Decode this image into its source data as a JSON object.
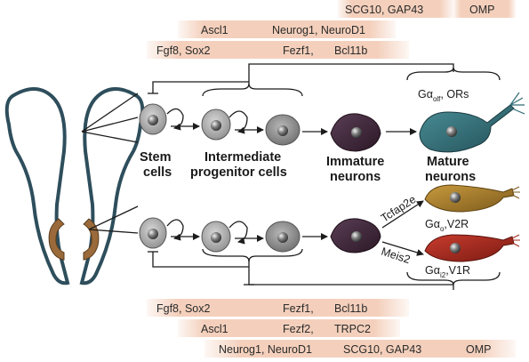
{
  "gene_bands_top": [
    {
      "label": "SCG10, GAP43"
    },
    {
      "label": "OMP"
    },
    {
      "label": "Ascl1"
    },
    {
      "label": "Neurog1, NeuroD1"
    },
    {
      "label": "Fgf8, Sox2"
    },
    {
      "label": "Fezf1,"
    },
    {
      "label": "Bcl11b"
    }
  ],
  "gene_bands_bottom": [
    {
      "label": "Fgf8, Sox2"
    },
    {
      "label": "Fezf1,"
    },
    {
      "label": "Bcl11b"
    },
    {
      "label": "Ascl1"
    },
    {
      "label": "Fezf2,"
    },
    {
      "label": "TRPC2"
    },
    {
      "label": "Neurog1, NeuroD1"
    },
    {
      "label": "SCG10, GAP43"
    },
    {
      "label": "OMP"
    }
  ],
  "stages": {
    "stem": [
      "Stem",
      "cells"
    ],
    "intermediate": [
      "Intermediate",
      "progenitor cells"
    ],
    "immature": [
      "Immature",
      "neurons"
    ],
    "mature": [
      "Mature",
      "neurons"
    ]
  },
  "receptors": {
    "mature_top": {
      "main": "Gα",
      "sub": "olf",
      "tail": ", ORs"
    },
    "vno_upper": {
      "main": "Gα",
      "sub": "o",
      "tail": ",V2R"
    },
    "vno_lower": {
      "main": "Gα",
      "sub": "i2",
      "tail": ",V1R"
    }
  },
  "branch_factors": {
    "upper": "Tcfap2e",
    "lower": "Meis2"
  },
  "colors": {
    "band_fill": "#f3cdb8",
    "cell_grey": "#9c9c9c",
    "nucleus": "#5a5a5a",
    "immature_neuron": "#3d2536",
    "mature_olfactory": "#2f6b75",
    "mature_vno_upper": "#a0782a",
    "mature_vno_lower": "#a3281e",
    "vno_organ": "#9a6a3a",
    "head_outline": "#2e4e5c"
  }
}
